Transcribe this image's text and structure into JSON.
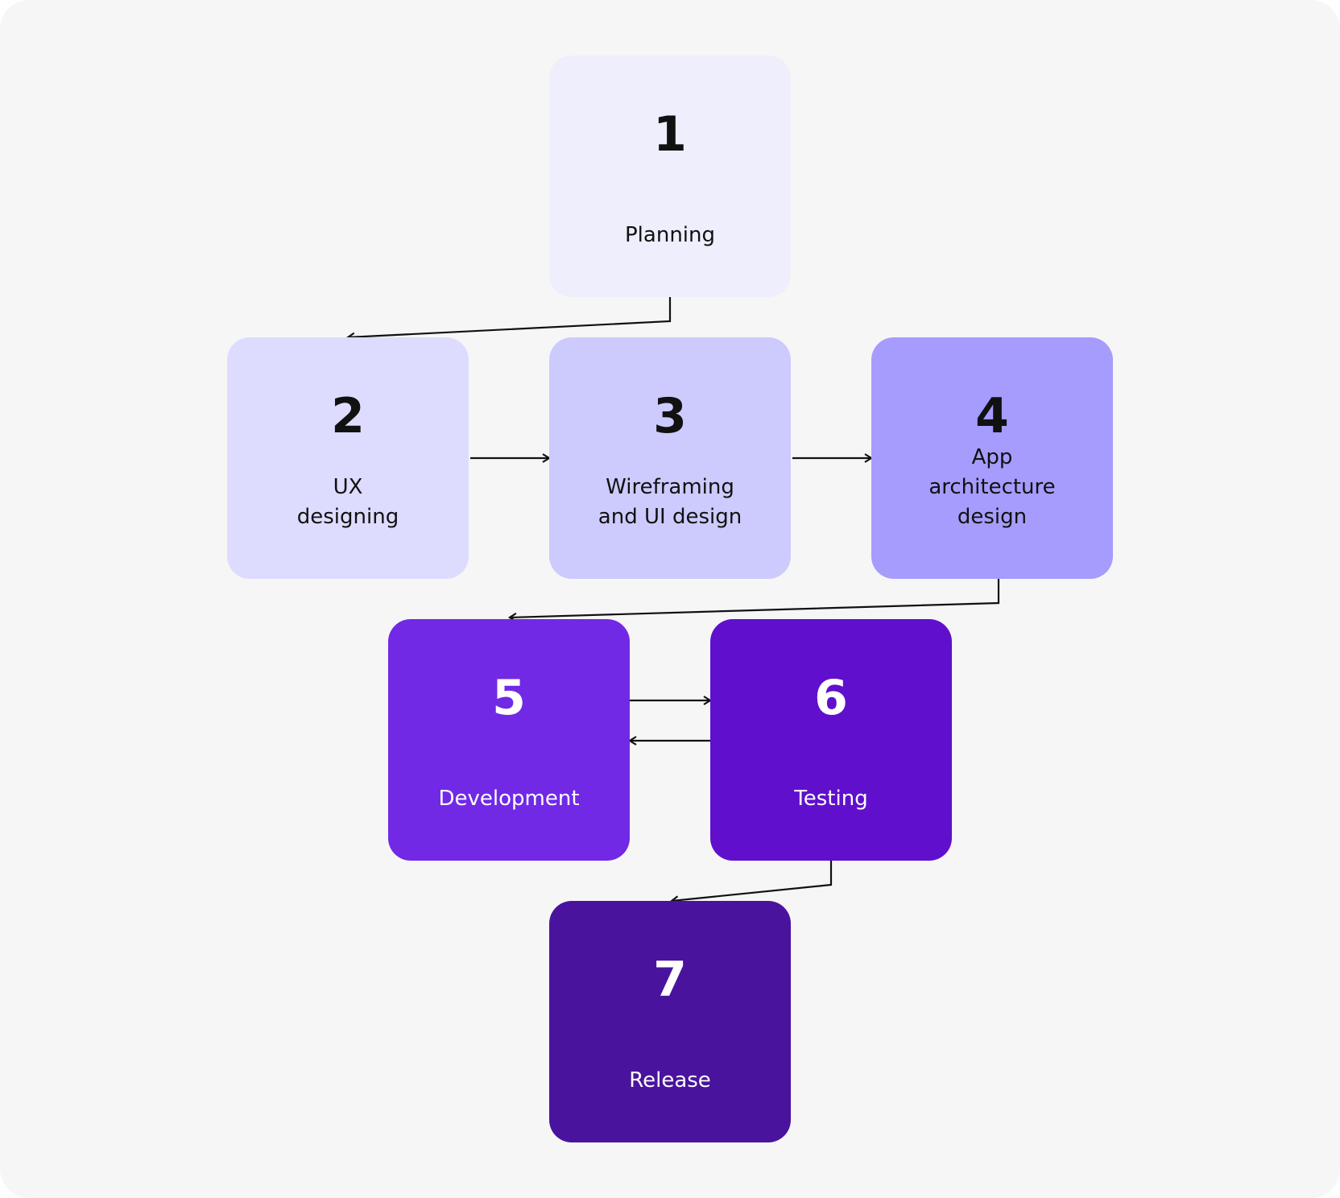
{
  "steps": [
    {
      "number": "1",
      "label": "Planning",
      "color": "#eeeefd"
    },
    {
      "number": "2",
      "label": "UX\ndesigning",
      "color": "#dddcfe"
    },
    {
      "number": "3",
      "label": "Wireframing\nand UI design",
      "color": "#cdcbfd"
    },
    {
      "number": "4",
      "label": "App\narchitecture\ndesign",
      "color": "#a69cfd"
    },
    {
      "number": "5",
      "label": "Development",
      "color": "#7129e6"
    },
    {
      "number": "6",
      "label": "Testing",
      "color": "#6010cc"
    },
    {
      "number": "7",
      "label": "Release",
      "color": "#4a139d"
    }
  ],
  "colors": {
    "background": "#f6f6f6",
    "connector": "#111111"
  }
}
